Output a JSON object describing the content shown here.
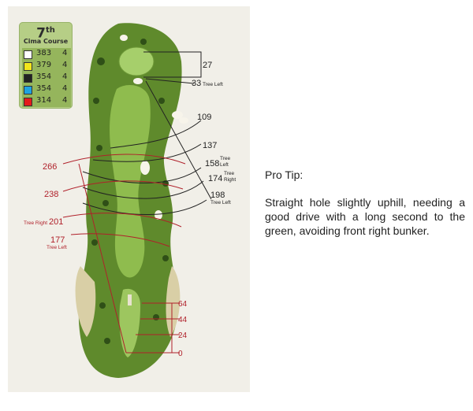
{
  "scorecard": {
    "hole_number": "7",
    "hole_suffix": "th",
    "course_name": "Cima Course",
    "tees": [
      {
        "color": "#ffffff",
        "yards": "383",
        "par": "4"
      },
      {
        "color": "#f2e51c",
        "yards": "379",
        "par": "4"
      },
      {
        "color": "#222222",
        "yards": "354",
        "par": "4"
      },
      {
        "color": "#1fa3e0",
        "yards": "354",
        "par": "4"
      },
      {
        "color": "#e31b1b",
        "yards": "314",
        "par": "4"
      }
    ]
  },
  "green_distances": {
    "green_depth": "27",
    "tree_left_33": {
      "value": "33",
      "note": "Tree Left"
    },
    "d109": "109",
    "d137": "137",
    "d158": {
      "value": "158",
      "note_line1": "Tree",
      "note_line2": "Left"
    },
    "d174": {
      "value": "174",
      "note_line1": "Tree",
      "note_line2": "Right"
    },
    "d198": {
      "value": "198",
      "note": "Tree Left"
    }
  },
  "tee_distances": {
    "d266": "266",
    "d238": "238",
    "d201": {
      "value": "201",
      "note": "Tree Right"
    },
    "d177": {
      "value": "177",
      "note": "Tree Left"
    }
  },
  "tee_markers": {
    "m64": "64",
    "m44": "44",
    "m24": "24",
    "m0": "0"
  },
  "pro_tip": {
    "heading": "Pro Tip:",
    "body": "Straight hole slightly uphill, needing a good drive with a long second to the green, avoiding front right bunker."
  },
  "colors": {
    "rough": "#5f8a2c",
    "fairway": "#8fbc4e",
    "green": "#a6cf6b",
    "bunker": "#f7f4ea",
    "black_lines": "#222222",
    "red_lines": "#b0202a"
  }
}
